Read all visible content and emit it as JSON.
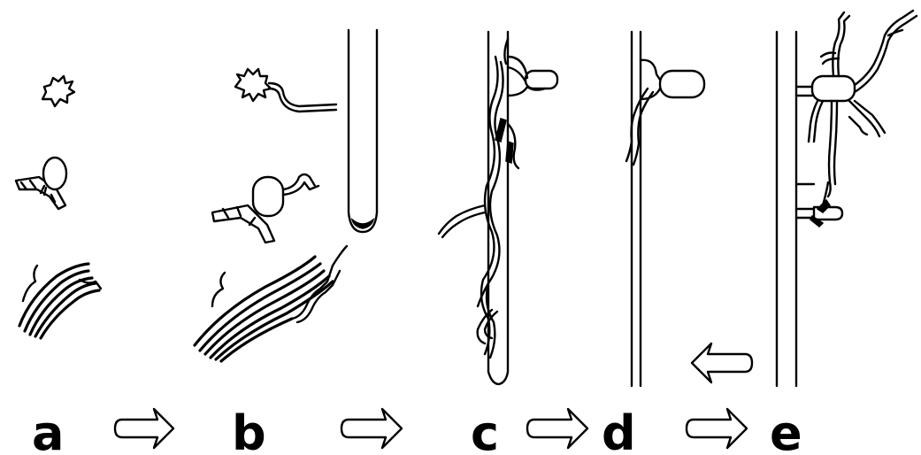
{
  "panels": [
    {
      "id": "a",
      "label": "a"
    },
    {
      "id": "b",
      "label": "b"
    },
    {
      "id": "c",
      "label": "c"
    },
    {
      "id": "d",
      "label": "d"
    },
    {
      "id": "e",
      "label": "e"
    }
  ],
  "arrows": [
    {
      "from": "a",
      "to": "b",
      "direction": "right"
    },
    {
      "from": "b",
      "to": "c",
      "direction": "right"
    },
    {
      "from": "c",
      "to": "d",
      "direction": "right"
    },
    {
      "from": "d",
      "to": "e",
      "direction": "right"
    },
    {
      "from": "e",
      "to": "d",
      "direction": "left"
    }
  ]
}
